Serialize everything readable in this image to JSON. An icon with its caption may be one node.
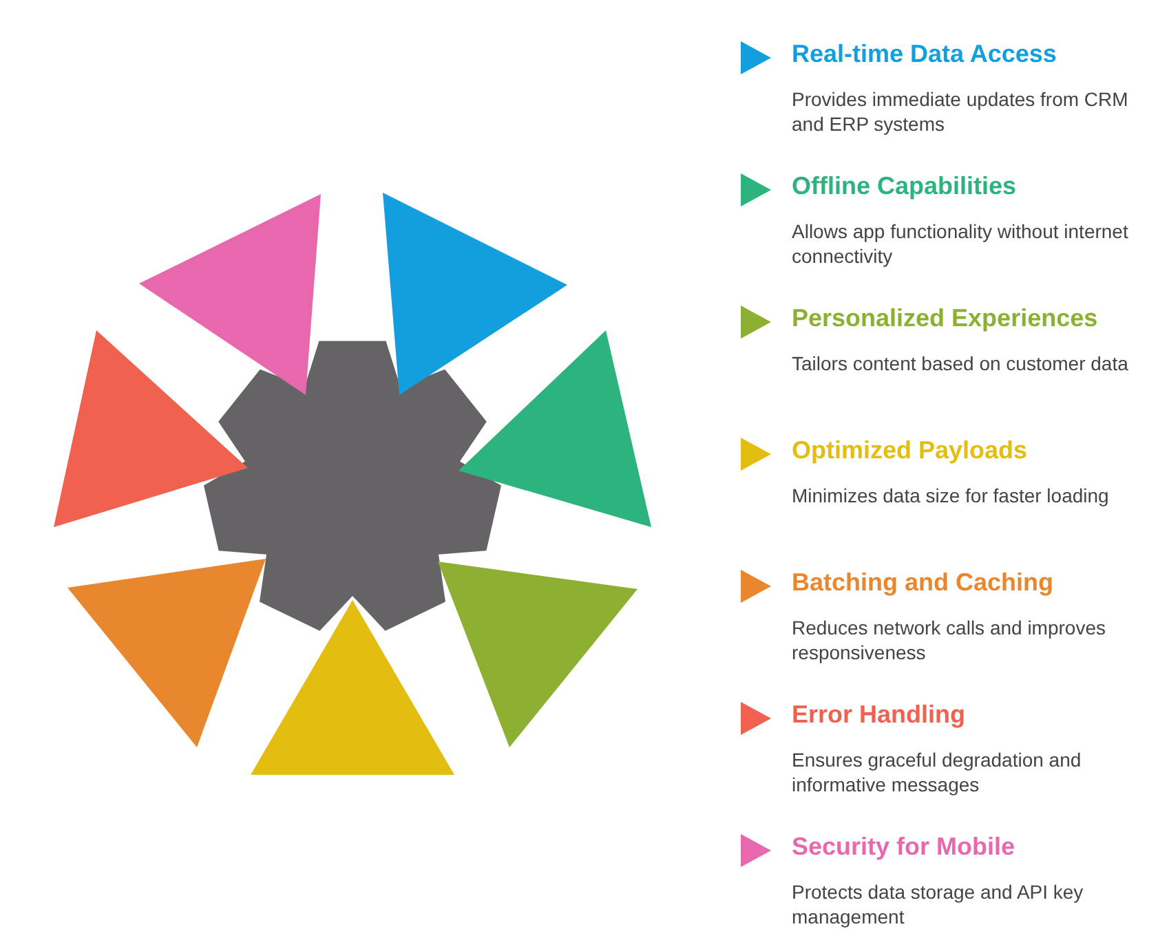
{
  "diagram": {
    "nodes": [
      {
        "text": [
          "Real-time Data Access",
          "Provides immediate updates from CRM and ERP systems"
        ]
      },
      {
        "text": [
          "Offline Capabilities",
          "Allows app functionality without internet connectivity"
        ]
      },
      {
        "text": [
          "Personalized Experiences",
          "Tailors content based on customer data"
        ]
      },
      {
        "text": [
          "Optimized Payloads",
          "Minimizes data size for faster loading"
        ]
      },
      {
        "text": [
          "Batching and Caching",
          "Reduces network calls and improves responsiveness"
        ]
      },
      {
        "text": [
          "Error Handling",
          "Ensures graceful degradation and informative messages"
        ]
      },
      {
        "text": [
          "Security for Mobile",
          "Protects data storage and API key management"
        ]
      }
    ]
  }
}
